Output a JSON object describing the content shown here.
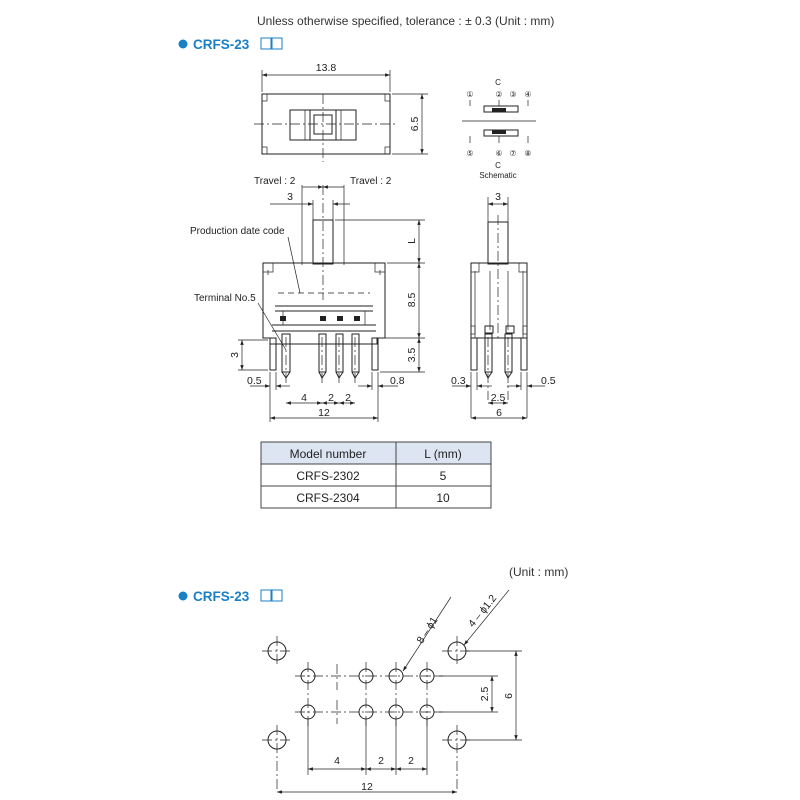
{
  "note": "Unless otherwise specified, tolerance : ± 0.3 (Unit : mm)",
  "unit_note": "(Unit : mm)",
  "sections": [
    {
      "title": "CRFS-23",
      "suffix_boxes": 2
    },
    {
      "title": "CRFS-23",
      "suffix_boxes": 2
    }
  ],
  "top_view": {
    "width_dim": "13.8",
    "height_dim": "6.5"
  },
  "schematic": {
    "top_pins": [
      "①",
      "②",
      "③",
      "④"
    ],
    "bottom_pins": [
      "⑤",
      "⑥",
      "⑦",
      "⑧"
    ],
    "common_top": "C",
    "common_bottom": "C",
    "caption": "Schematic"
  },
  "front_view": {
    "travel_left": "Travel : 2",
    "travel_right": "Travel : 2",
    "knob_width": "3",
    "production_label": "Production date code",
    "terminal_label": "Terminal No.5",
    "L": "L",
    "body_height": "8.5",
    "pin_length_right": "3.5",
    "pin_length_left": "3",
    "left_offset": "0.5",
    "right_offset": "0.8",
    "pitch_a": "4",
    "pitch_b": "2",
    "pitch_c": "2",
    "overall": "12"
  },
  "side_view": {
    "knob_width": "3",
    "left_offset": "0.3",
    "right_offset": "0.5",
    "pin_pitch": "2.5",
    "overall": "6"
  },
  "table": {
    "headers": [
      "Model number",
      "L (mm)"
    ],
    "rows": [
      [
        "CRFS-2302",
        "5"
      ],
      [
        "CRFS-2304",
        "10"
      ]
    ],
    "header_bg": "#dde5f2"
  },
  "footprint": {
    "hole_label_small": "8 – ϕ1",
    "hole_label_large": "4 – ϕ1.2",
    "row_pitch": "2.5",
    "outer_pitch": "6",
    "pitch_a": "4",
    "pitch_b": "2",
    "pitch_c": "2",
    "overall": "12"
  },
  "colors": {
    "accent": "#1a7fc4",
    "line": "#222222"
  }
}
